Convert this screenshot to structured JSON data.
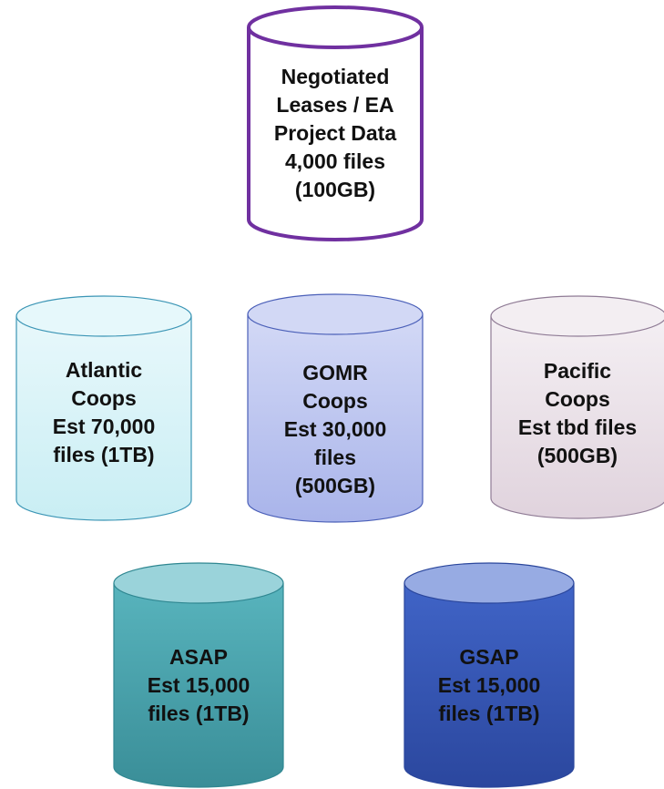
{
  "cylinders": {
    "negotiated": {
      "lines": [
        "Negotiated",
        "Leases / EA",
        "Project Data",
        "4,000 files",
        "(100GB)"
      ],
      "stroke": "#7030a0",
      "fill": "#ffffff",
      "top": "#ffffff",
      "text": "#111111"
    },
    "atlantic": {
      "lines": [
        "Atlantic",
        "Coops",
        "Est 70,000",
        "files (1TB)"
      ],
      "stroke": "#3b95b5",
      "fill": "#d8f4f8",
      "top": "#e6f8fb",
      "text": "#111111"
    },
    "gomr": {
      "lines": [
        "GOMR",
        "Coops",
        "Est 30,000",
        "files",
        "(500GB)"
      ],
      "stroke": "#4a5fb8",
      "fill": "#c2caf1",
      "top": "#d2d8f5",
      "text": "#111111"
    },
    "pacific": {
      "lines": [
        "Pacific",
        "Coops",
        "Est tbd files",
        "(500GB)"
      ],
      "stroke": "#8f7b95",
      "fill": "#ece4ea",
      "top": "#f3eef2",
      "text": "#111111"
    },
    "asap": {
      "lines": [
        "ASAP",
        "Est 15,000",
        "files (1TB)"
      ],
      "stroke": "#2f8791",
      "fill": "#4aa6b0",
      "top": "#9ad3da",
      "text": "#111111"
    },
    "gsap": {
      "lines": [
        "GSAP",
        "Est 15,000",
        "files (1TB)"
      ],
      "stroke": "#2a469c",
      "fill": "#3556b5",
      "top": "#97abe3",
      "text": "#111111"
    }
  }
}
